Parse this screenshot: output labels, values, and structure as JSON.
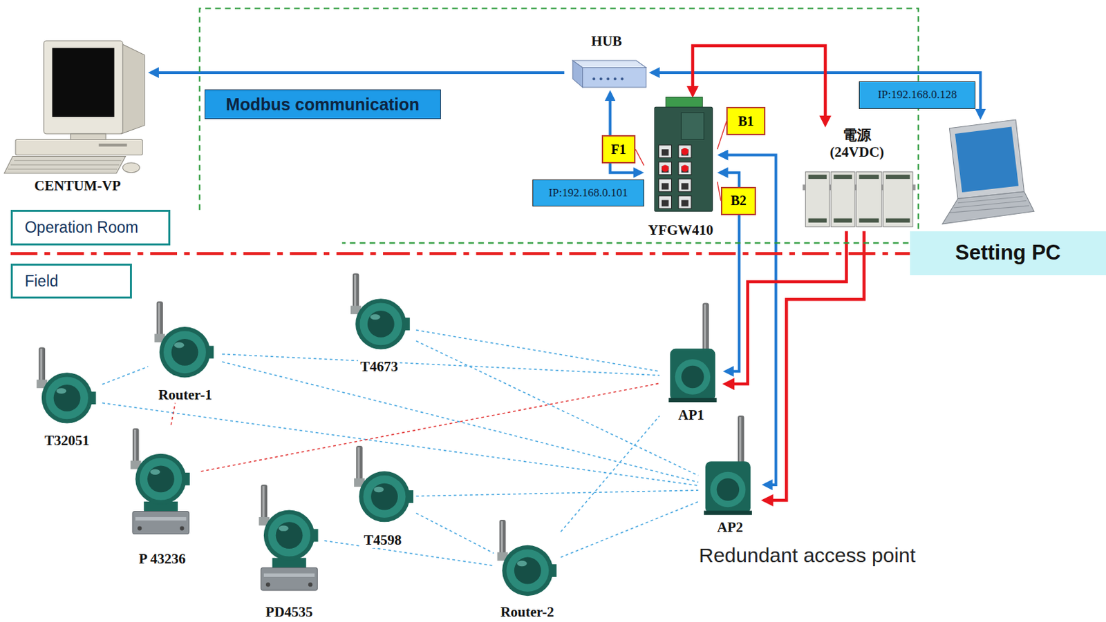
{
  "diagram": {
    "nodes": [
      {
        "text": [
          "CENTUM-VP"
        ]
      },
      {
        "text": [
          "HUB"
        ]
      },
      {
        "text": [
          "Modbus communication"
        ]
      },
      {
        "text": [
          "YFGW410"
        ]
      },
      {
        "text": [
          "F1"
        ]
      },
      {
        "text": [
          "B1"
        ]
      },
      {
        "text": [
          "B2"
        ]
      },
      {
        "text": [
          "IP:192.168.0.101"
        ]
      },
      {
        "text": [
          "IP:192.168.0.128"
        ]
      },
      {
        "text": [
          "電源 (24VDC)"
        ]
      },
      {
        "text": [
          "Setting PC"
        ]
      },
      {
        "text": [
          "Operation Room"
        ]
      },
      {
        "text": [
          "Field"
        ]
      },
      {
        "text": [
          "T4673"
        ]
      },
      {
        "text": [
          "Router-1"
        ]
      },
      {
        "text": [
          "T32051"
        ]
      },
      {
        "text": [
          "AP1"
        ]
      },
      {
        "text": [
          "P 43236"
        ]
      },
      {
        "text": [
          "AP2"
        ]
      },
      {
        "text": [
          "T4598"
        ]
      },
      {
        "text": [
          "PD4535"
        ]
      },
      {
        "text": [
          "Router-2"
        ]
      }
    ],
    "edges": [
      {
        "from": 1,
        "to": 0,
        "arrow": "to"
      },
      {
        "from": 1,
        "to": 3,
        "arrow": "both"
      },
      {
        "from": 1,
        "to": 10,
        "arrow": "both"
      },
      {
        "from": 9,
        "to": 3,
        "arrow": "both"
      },
      {
        "from": 3,
        "to": 16,
        "arrow": "both"
      },
      {
        "from": 3,
        "to": 18,
        "arrow": "both"
      },
      {
        "from": 9,
        "to": 16,
        "arrow": "to"
      },
      {
        "from": 9,
        "to": 18,
        "arrow": "to"
      },
      {
        "from": 4,
        "to": 3,
        "arrow": "none"
      },
      {
        "from": 5,
        "to": 3,
        "arrow": "none"
      },
      {
        "from": 6,
        "to": 3,
        "arrow": "none"
      },
      {
        "from": 15,
        "to": 14,
        "arrow": "none"
      },
      {
        "from": 15,
        "to": 18,
        "arrow": "none"
      },
      {
        "from": 14,
        "to": 16,
        "arrow": "none"
      },
      {
        "from": 14,
        "to": 18,
        "arrow": "none"
      },
      {
        "from": 13,
        "to": 16,
        "arrow": "none"
      },
      {
        "from": 13,
        "to": 18,
        "arrow": "none"
      },
      {
        "from": 19,
        "to": 18,
        "arrow": "none"
      },
      {
        "from": 19,
        "to": 21,
        "arrow": "none"
      },
      {
        "from": 20,
        "to": 21,
        "arrow": "none"
      },
      {
        "from": 21,
        "to": 16,
        "arrow": "none"
      },
      {
        "from": 21,
        "to": 18,
        "arrow": "none"
      },
      {
        "from": 17,
        "to": 14,
        "arrow": "none"
      },
      {
        "from": 17,
        "to": 16,
        "arrow": "none"
      }
    ],
    "labels": [
      "Redundant access point"
    ]
  }
}
